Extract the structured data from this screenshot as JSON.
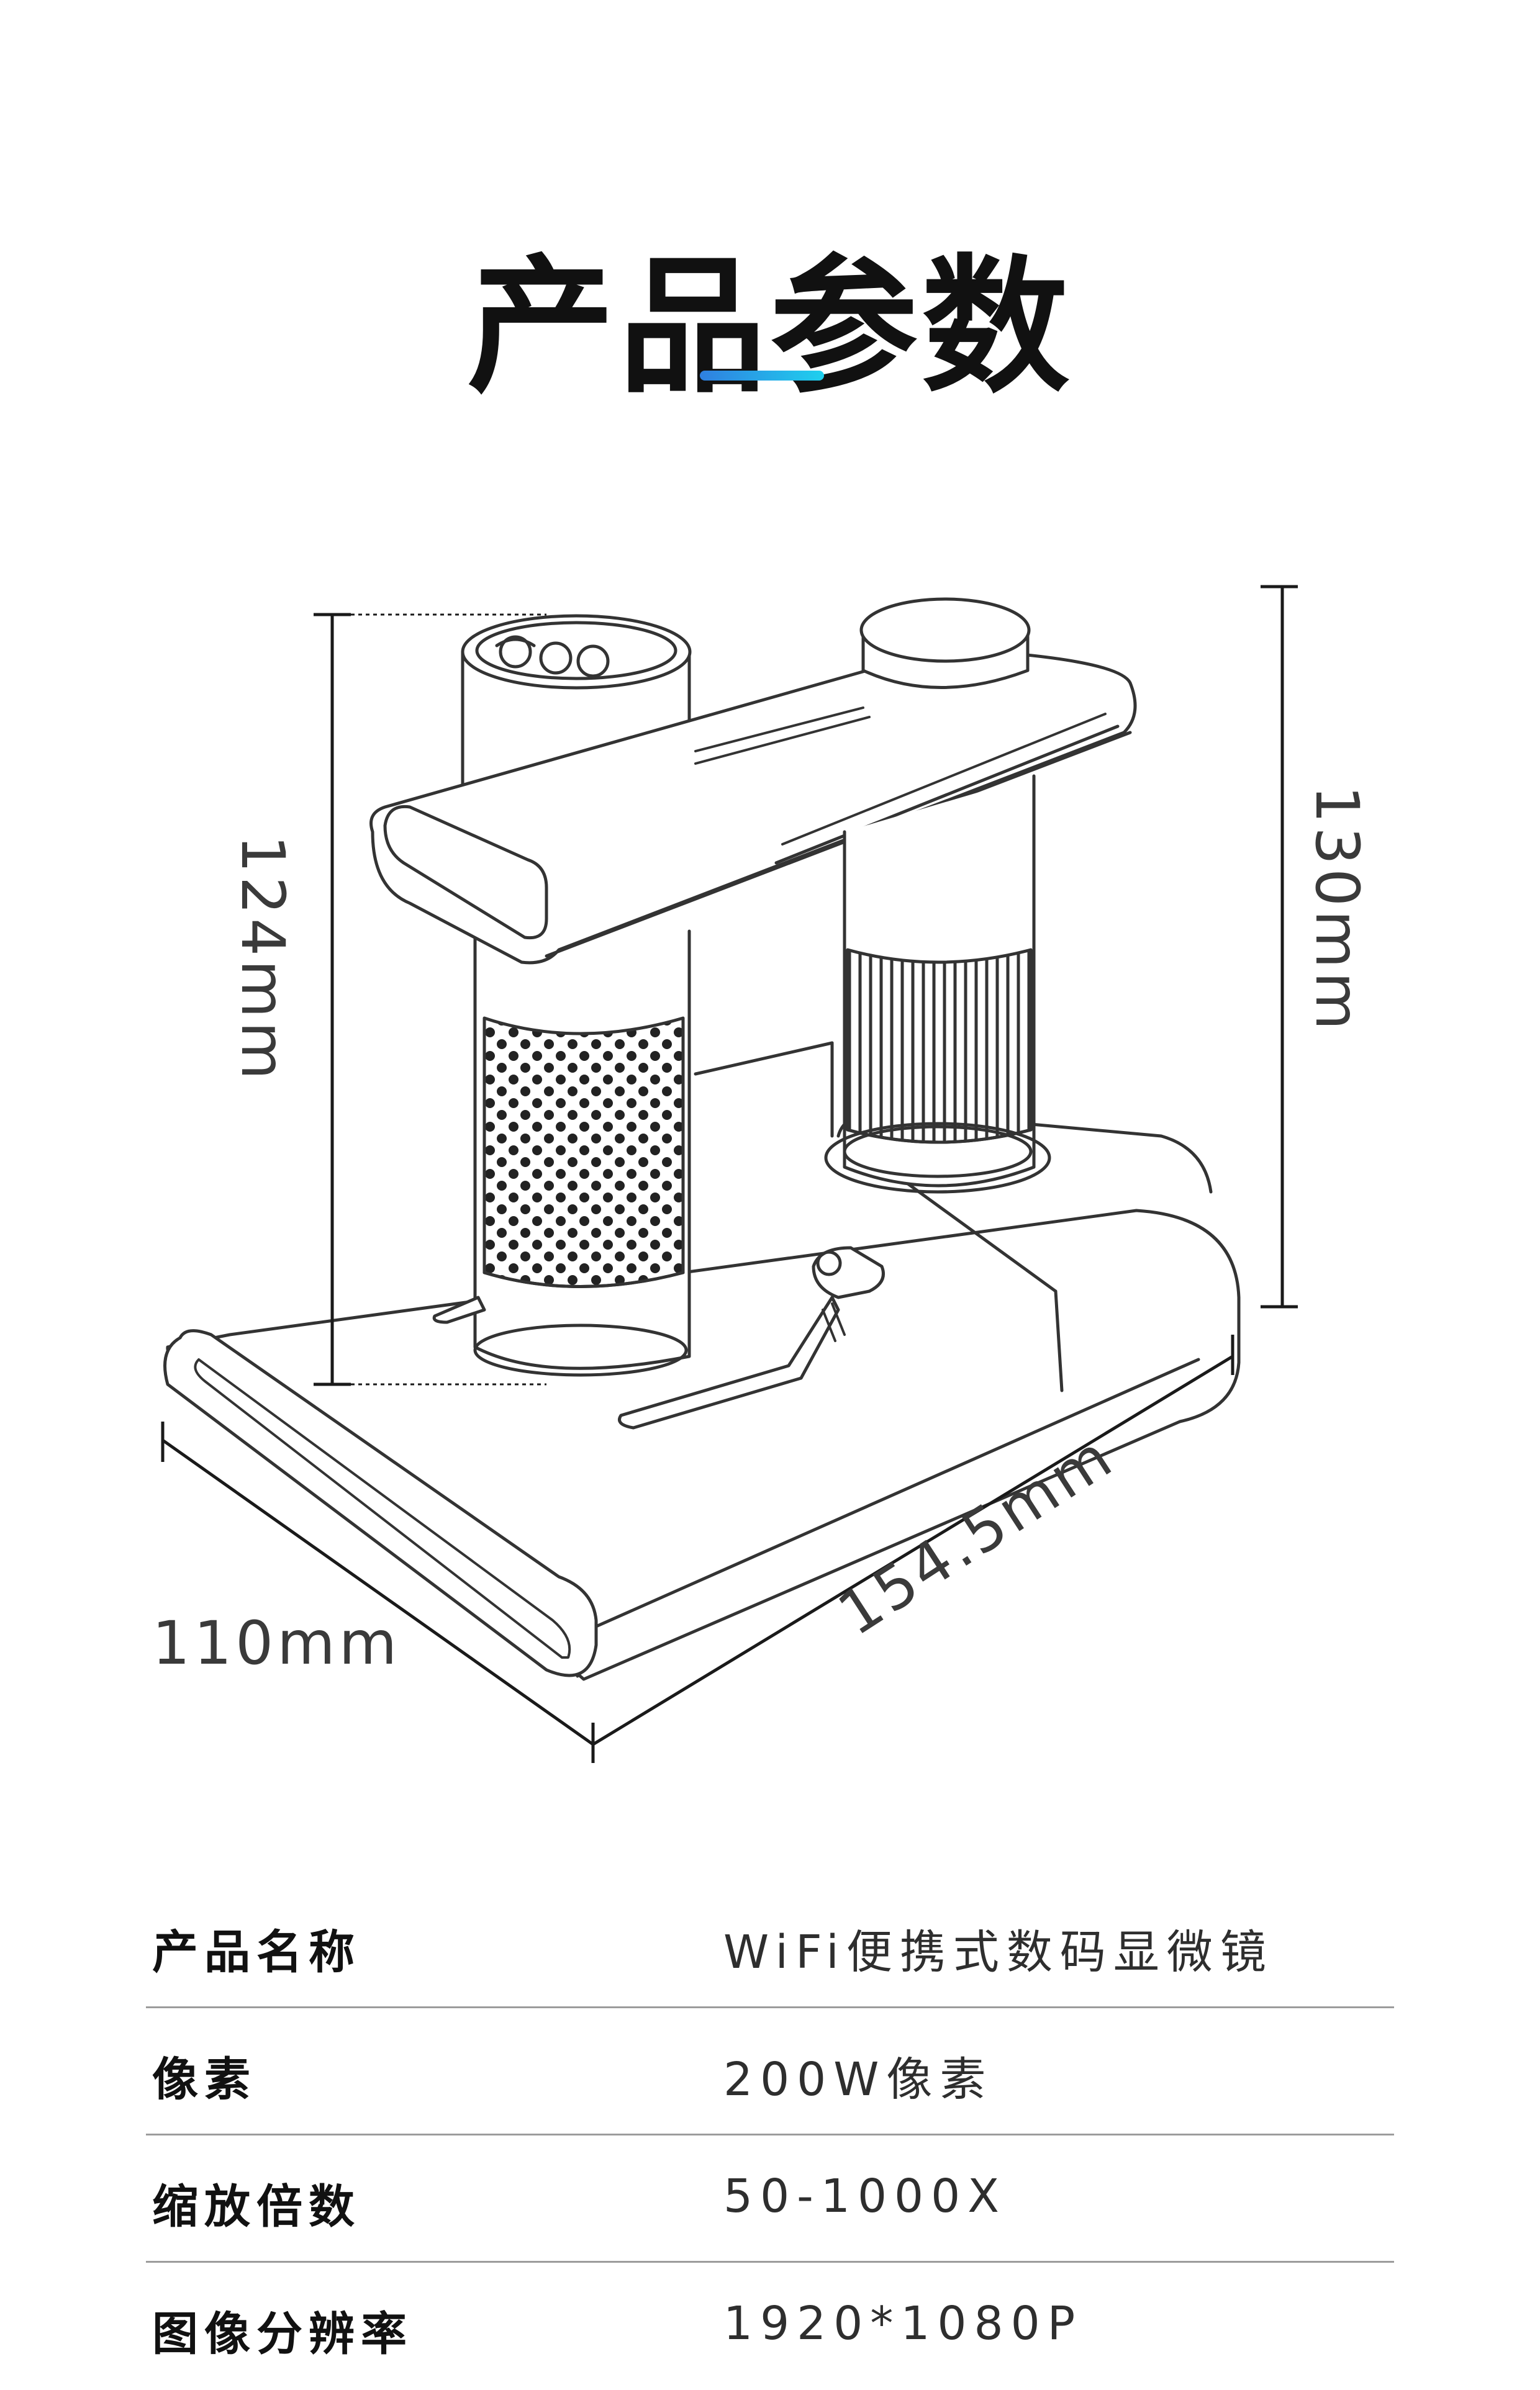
{
  "title": "产品参数",
  "accent_colors": {
    "start": "#2f7fe0",
    "end": "#1fd0ee"
  },
  "dimensions": {
    "height_small": "124mm",
    "height_total": "130mm",
    "depth": "110mm",
    "length": "154.5mm"
  },
  "specs": [
    {
      "label": "产品名称",
      "value": "WiFi便携式数码显微镜"
    },
    {
      "label": "像素",
      "value": "200W像素"
    },
    {
      "label": "缩放倍数",
      "value": "50-1000X"
    },
    {
      "label": "图像分辨率",
      "value": "1920*1080P"
    }
  ]
}
